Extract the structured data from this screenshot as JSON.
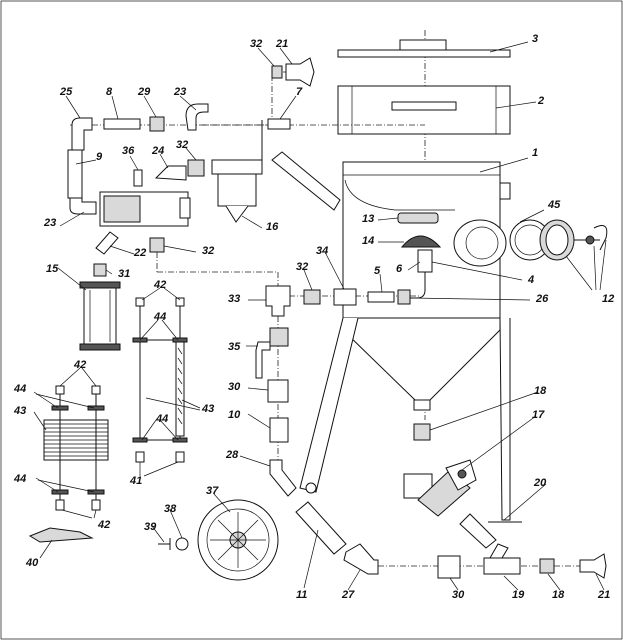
{
  "labels": [
    "1",
    "2",
    "3",
    "4",
    "5",
    "6",
    "7",
    "8",
    "9",
    "10",
    "11",
    "12",
    "13",
    "14",
    "15",
    "16",
    "17",
    "18",
    "19",
    "20",
    "21",
    "22",
    "23",
    "24",
    "25",
    "26",
    "27",
    "28",
    "29",
    "30",
    "31",
    "32",
    "33",
    "34",
    "35",
    "36",
    "37",
    "38",
    "39",
    "40",
    "41",
    "42",
    "43",
    "44",
    "45"
  ],
  "callouts": [
    {
      "n": "32"
    },
    {
      "n": "21"
    },
    {
      "n": "3"
    },
    {
      "n": "2"
    },
    {
      "n": "25"
    },
    {
      "n": "8"
    },
    {
      "n": "29"
    },
    {
      "n": "23"
    },
    {
      "n": "7"
    },
    {
      "n": "9"
    },
    {
      "n": "36"
    },
    {
      "n": "24"
    },
    {
      "n": "32"
    },
    {
      "n": "1"
    },
    {
      "n": "23"
    },
    {
      "n": "16"
    },
    {
      "n": "13"
    },
    {
      "n": "45"
    },
    {
      "n": "22"
    },
    {
      "n": "32"
    },
    {
      "n": "14"
    },
    {
      "n": "15"
    },
    {
      "n": "31"
    },
    {
      "n": "34"
    },
    {
      "n": "32"
    },
    {
      "n": "5"
    },
    {
      "n": "6"
    },
    {
      "n": "4"
    },
    {
      "n": "12"
    },
    {
      "n": "42"
    },
    {
      "n": "33"
    },
    {
      "n": "26"
    },
    {
      "n": "44"
    },
    {
      "n": "35"
    },
    {
      "n": "42"
    },
    {
      "n": "30"
    },
    {
      "n": "18"
    },
    {
      "n": "44"
    },
    {
      "n": "43"
    },
    {
      "n": "10"
    },
    {
      "n": "43"
    },
    {
      "n": "17"
    },
    {
      "n": "44"
    },
    {
      "n": "44"
    },
    {
      "n": "28"
    },
    {
      "n": "41"
    },
    {
      "n": "20"
    },
    {
      "n": "37"
    },
    {
      "n": "38"
    },
    {
      "n": "42"
    },
    {
      "n": "39"
    },
    {
      "n": "40"
    },
    {
      "n": "11"
    },
    {
      "n": "27"
    },
    {
      "n": "30"
    },
    {
      "n": "19"
    },
    {
      "n": "18"
    },
    {
      "n": "21"
    }
  ]
}
